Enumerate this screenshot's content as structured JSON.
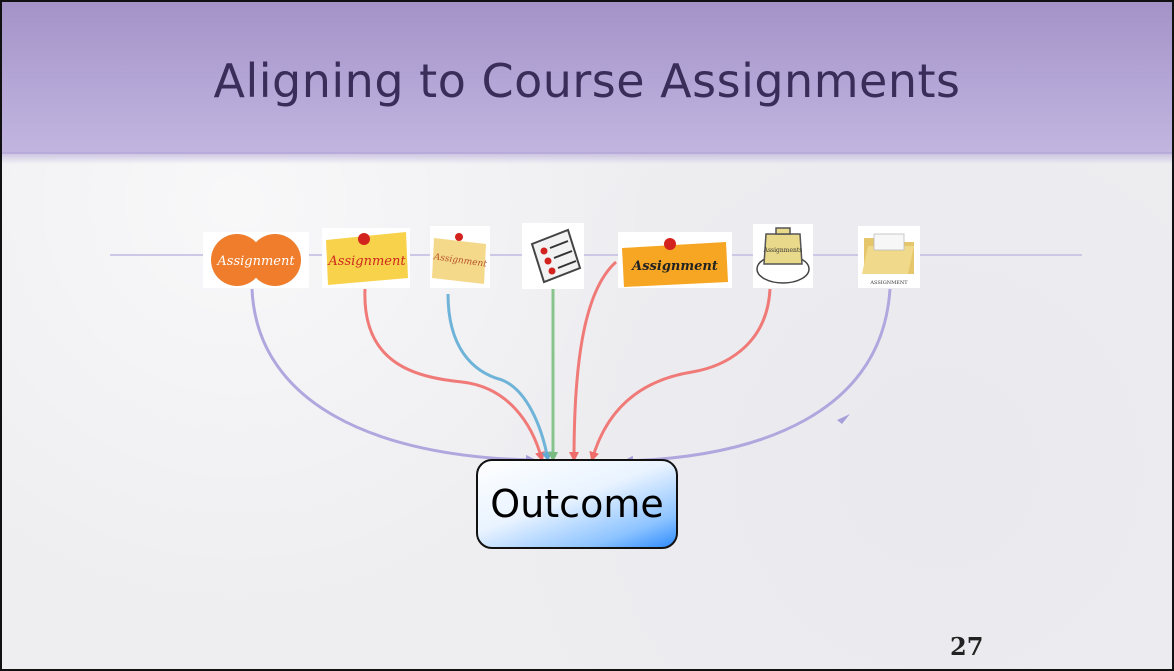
{
  "slide": {
    "title": "Aligning to Course Assignments",
    "page_number": "27"
  },
  "diagram": {
    "target": "Outcome",
    "icons": [
      {
        "name": "assignment-orange-circles-icon",
        "label": "Assignment"
      },
      {
        "name": "assignment-sticky-note-icon",
        "label": "Assignment"
      },
      {
        "name": "assignment-pinned-note-icon",
        "label": "Assignment"
      },
      {
        "name": "checklist-icon",
        "label": ""
      },
      {
        "name": "assignment-orange-note-icon",
        "label": "Assignment"
      },
      {
        "name": "assignment-weight-icon",
        "label": "Assignments"
      },
      {
        "name": "assignment-folder-icon",
        "label": "ASSIGNMENT"
      }
    ],
    "colors": {
      "purple": "#b0a7de",
      "red": "#f07a78",
      "blue": "#6fb4d8",
      "green": "#86c48c"
    }
  }
}
